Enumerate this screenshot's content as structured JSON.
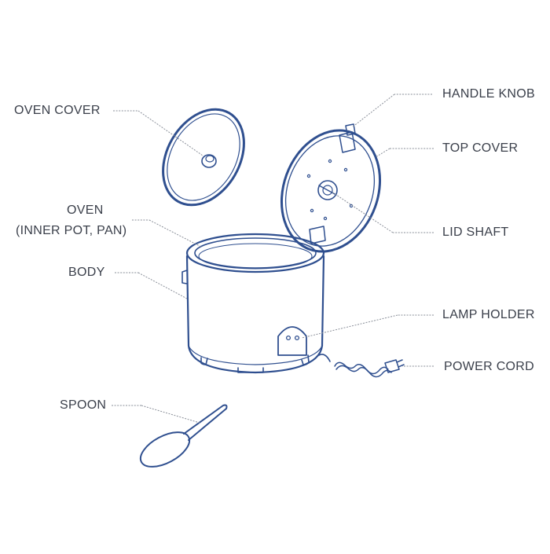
{
  "diagram": {
    "line_color": "#2f4f8f",
    "leader_color": "#8a8f99",
    "labels": {
      "oven_cover": "OVEN COVER",
      "handle_knob": "HANDLE KNOB",
      "top_cover": "TOP COVER",
      "oven": "OVEN",
      "oven_sub": "(INNER POT, PAN)",
      "lid_shaft": "LID SHAFT",
      "body": "BODY",
      "lamp_holder": "LAMP HOLDER",
      "power_cord": "POWER CORD",
      "spoon": "SPOON"
    }
  }
}
